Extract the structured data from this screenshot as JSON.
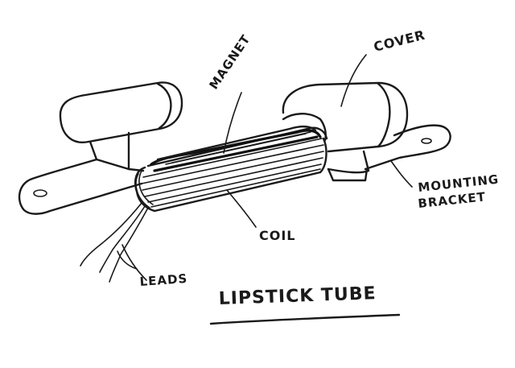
{
  "labels": {
    "magnet": "MAGNET",
    "cover": "COVER",
    "mounting": "MOUNTING",
    "bracket": "BRACKET",
    "coil": "COIL",
    "leads": "LEADS",
    "title": "LIPSTICK TUBE"
  }
}
